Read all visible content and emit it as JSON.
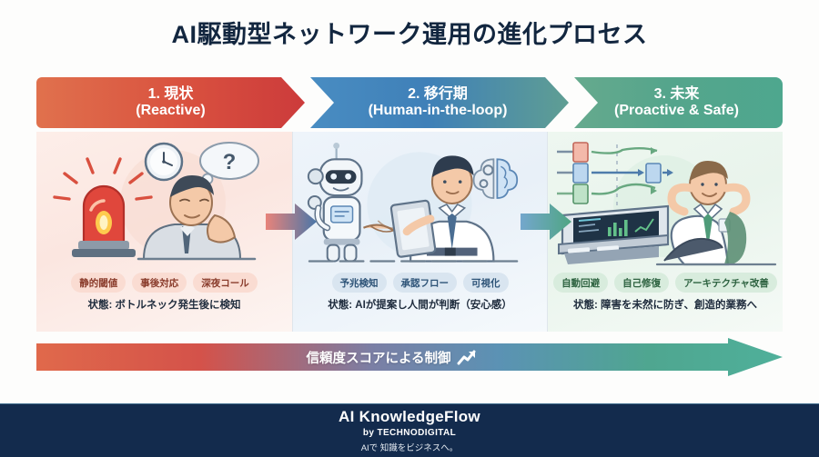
{
  "title": "AI駆動型ネットワーク運用の進化プロセス",
  "phases": [
    {
      "header_jp": "1. 現状",
      "header_en": "(Reactive)",
      "tags": [
        "静的閾値",
        "事後対応",
        "深夜コール"
      ],
      "status": "状態: ボトルネック発生後に検知",
      "illustration": "alarm-beacon-clock-stressed-worker"
    },
    {
      "header_jp": "2. 移行期",
      "header_en": "(Human-in-the-loop)",
      "tags": [
        "予兆検知",
        "承認フロー",
        "可視化"
      ],
      "status": "状態: AIが提案し人間が判断（安心感）",
      "illustration": "robot-human-handshake-tablet-brain-gears"
    },
    {
      "header_jp": "3. 未来",
      "header_en": "(Proactive & Safe)",
      "tags": [
        "自動回避",
        "自己修復",
        "アーキテクチャ改善"
      ],
      "status": "状態: 障害を未然に防ぎ、創造的業務へ",
      "illustration": "relaxed-worker-dashboard-auto-routing"
    }
  ],
  "banner": {
    "label": "信頼度スコアによる制御",
    "icon": "trending-up-icon"
  },
  "footer": {
    "brand": "AI KnowledgeFlow",
    "by": "by TECHNODIGITAL",
    "tagline": "AIで 知識をビジネスへ。"
  },
  "colors": {
    "phase1_start": "#e0714d",
    "phase1_end": "#cc3b3b",
    "phase2_start": "#4b8fc4",
    "phase2_end": "#5f9e93",
    "phase3_start": "#6aab8e",
    "phase3_end": "#4ea78e",
    "title": "#12263f",
    "footer_bg": "#132b4d"
  }
}
